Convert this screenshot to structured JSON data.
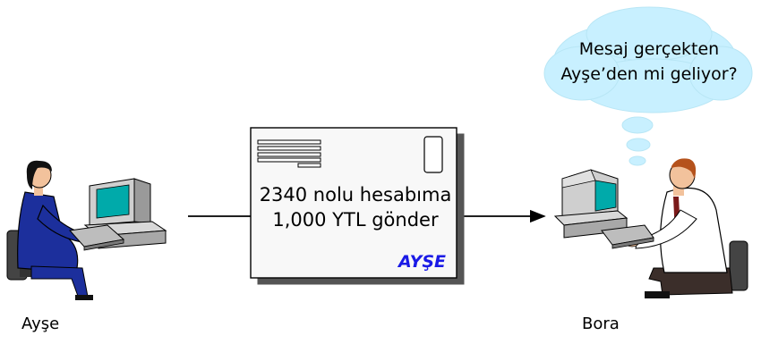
{
  "sender": {
    "name": "Ayşe"
  },
  "receiver": {
    "name": "Bora"
  },
  "letter": {
    "line1": "2340 nolu hesabıma",
    "line2": "1,000 YTL gönder",
    "signature": "AYŞE"
  },
  "thought": {
    "line1": "Mesaj gerçekten",
    "line2": "Ayşe’den mi geliyor?"
  },
  "colors": {
    "bubble": "#c8f0ff",
    "letter_fill": "#f8f8f8",
    "signature": "#1a1ae6",
    "shirt_left": "#1c2f9c",
    "screen": "#00aaaa"
  }
}
